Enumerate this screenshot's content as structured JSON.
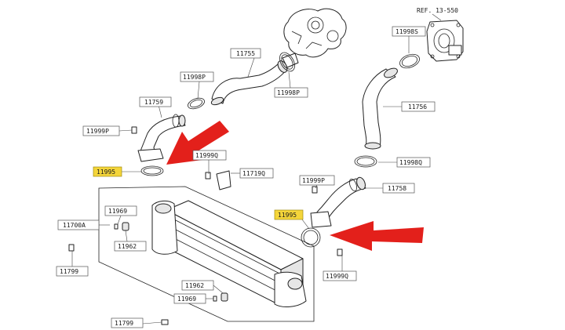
{
  "labels": {
    "ref": "REF. 13-550",
    "p11998S": "11998S",
    "p11755": "11755",
    "p11998P_top": "11998P",
    "p11998P_mid": "11998P",
    "p11759": "11759",
    "p11756": "11756",
    "p11999P_left": "11999P",
    "p11999Q_top": "11999Q",
    "p11995_left": "11995",
    "p11719Q": "11719Q",
    "p11998Q": "11998Q",
    "p11999P_right": "11999P",
    "p11758": "11758",
    "p11969_top": "11969",
    "p11700A": "11700A",
    "p11995_right": "11995",
    "p11962_top": "11962",
    "p11799_left": "11799",
    "p11999Q_bottom": "11999Q",
    "p11962_bottom": "11962",
    "p11969_bottom": "11969",
    "p11799_bottom": "11799"
  },
  "colors": {
    "highlight": "#f4d53a",
    "arrow": "#e3201b"
  }
}
